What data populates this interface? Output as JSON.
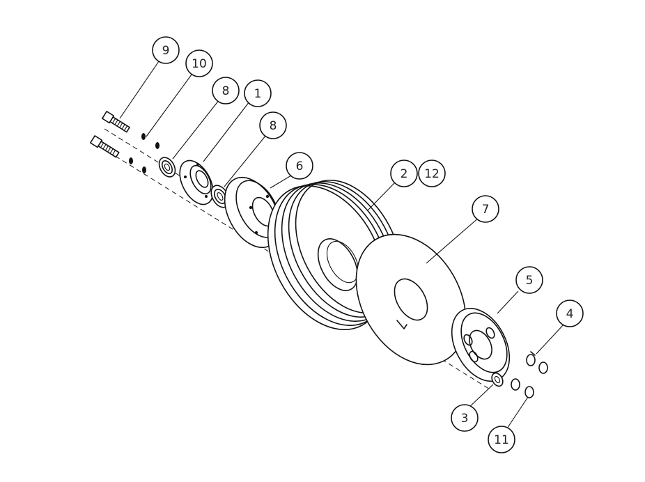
{
  "callouts": [
    {
      "id": "c9",
      "label": "9"
    },
    {
      "id": "c10",
      "label": "10"
    },
    {
      "id": "c8a",
      "label": "8"
    },
    {
      "id": "c1",
      "label": "1"
    },
    {
      "id": "c8b",
      "label": "8"
    },
    {
      "id": "c6",
      "label": "6"
    },
    {
      "id": "c2",
      "label": "2"
    },
    {
      "id": "c12",
      "label": "12"
    },
    {
      "id": "c7",
      "label": "7"
    },
    {
      "id": "c5",
      "label": "5"
    },
    {
      "id": "c4",
      "label": "4"
    },
    {
      "id": "c3",
      "label": "3"
    },
    {
      "id": "c11",
      "label": "11"
    }
  ],
  "colors": {
    "line": "#111111",
    "background": "#ffffff"
  }
}
